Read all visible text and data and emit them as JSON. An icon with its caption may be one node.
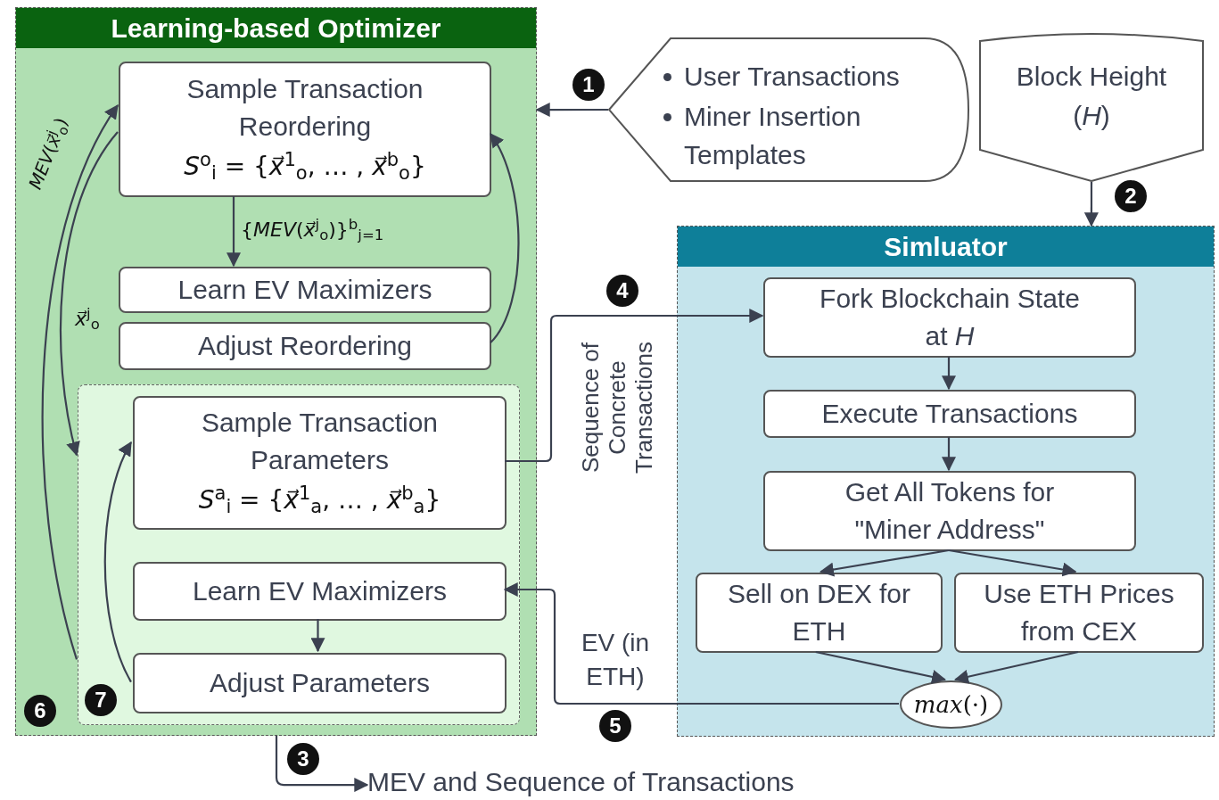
{
  "diagram": {
    "nodes": [
      {
        "text": [
          "Learning-based Optimizer"
        ]
      },
      {
        "text": [
          "Sample Transaction Reordering",
          "*S*$^{o}$$_{i}$ = {*x⃗*$^{1}$$_{o}$, … , *x⃗*$^{b}$$_{o}$}"
        ],
        "in": 0
      },
      {
        "text": [
          "Learn EV Maximizers"
        ],
        "in": 0
      },
      {
        "text": [
          "Adjust Reordering"
        ],
        "in": 0
      },
      {
        "text": [],
        "shape": "box",
        "in": 0
      },
      {
        "text": [
          "Sample Transaction Parameters",
          "*S*$^{a}$$_{i}$ = {*x⃗*$^{1}$$_{a}$, … , *x⃗*$^{b}$$_{a}$}"
        ],
        "in": 4
      },
      {
        "text": [
          "Learn EV Maximizers"
        ],
        "in": 4
      },
      {
        "text": [
          "Adjust Parameters"
        ],
        "in": 4
      },
      {
        "text": [
          "User Transactions",
          "Miner Insertion Templates"
        ]
      },
      {
        "text": [
          "Block Height (*H*)"
        ]
      },
      {
        "text": [
          "Simluator"
        ]
      },
      {
        "text": [
          "Fork Blockchain State at *H*"
        ],
        "in": 10
      },
      {
        "text": [
          "Execute Transactions"
        ],
        "in": 10
      },
      {
        "text": [
          "Get All Tokens for \"Miner Address\""
        ],
        "in": 10
      },
      {
        "text": [
          "Sell on DEX for ETH"
        ],
        "in": 10
      },
      {
        "text": [
          "Use ETH Prices from CEX"
        ],
        "in": 10
      },
      {
        "text": [
          "*max*(·)"
        ],
        "in": 10
      },
      {
        "text": [
          "MEV and Sequence of Transactions"
        ]
      }
    ],
    "edges": [
      {
        "from": 8,
        "to": 0,
        "arrow": "to",
        "label": "1"
      },
      {
        "from": 9,
        "to": 10,
        "arrow": "to",
        "label": "2"
      },
      {
        "from": 0,
        "to": 17,
        "arrow": "to",
        "label": "3"
      },
      {
        "from": 5,
        "to": 11,
        "arrow": "to",
        "label": "Sequence of Concrete Transactions"
      },
      {
        "from": 16,
        "to": 6,
        "arrow": "to",
        "label": "EV (in ETH)"
      },
      {
        "from": 1,
        "to": 2,
        "arrow": "to",
        "label": "{*MEV*(*x⃗*$^{j}$$_{o}$)}$^{b}$$_{j=1}$"
      },
      {
        "from": 3,
        "to": 1,
        "arrow": "to"
      },
      {
        "from": 4,
        "to": 1,
        "arrow": "to",
        "label": "*MEV*(*x⃗*$^{j}$$_{o}$)"
      },
      {
        "from": 1,
        "to": 4,
        "arrow": "to",
        "label": "*x⃗*$^{j}$$_{o}$"
      },
      {
        "from": 7,
        "to": 5,
        "arrow": "to"
      },
      {
        "from": 6,
        "to": 7,
        "arrow": "to"
      },
      {
        "from": 11,
        "to": 12,
        "arrow": "to"
      },
      {
        "from": 12,
        "to": 13,
        "arrow": "to"
      },
      {
        "from": 13,
        "to": 14,
        "arrow": "to"
      },
      {
        "from": 13,
        "to": 15,
        "arrow": "to"
      },
      {
        "from": 14,
        "to": 16,
        "arrow": "to"
      },
      {
        "from": 15,
        "to": 16,
        "arrow": "to"
      }
    ],
    "labels": [
      "4",
      "6",
      "7",
      "5"
    ]
  }
}
